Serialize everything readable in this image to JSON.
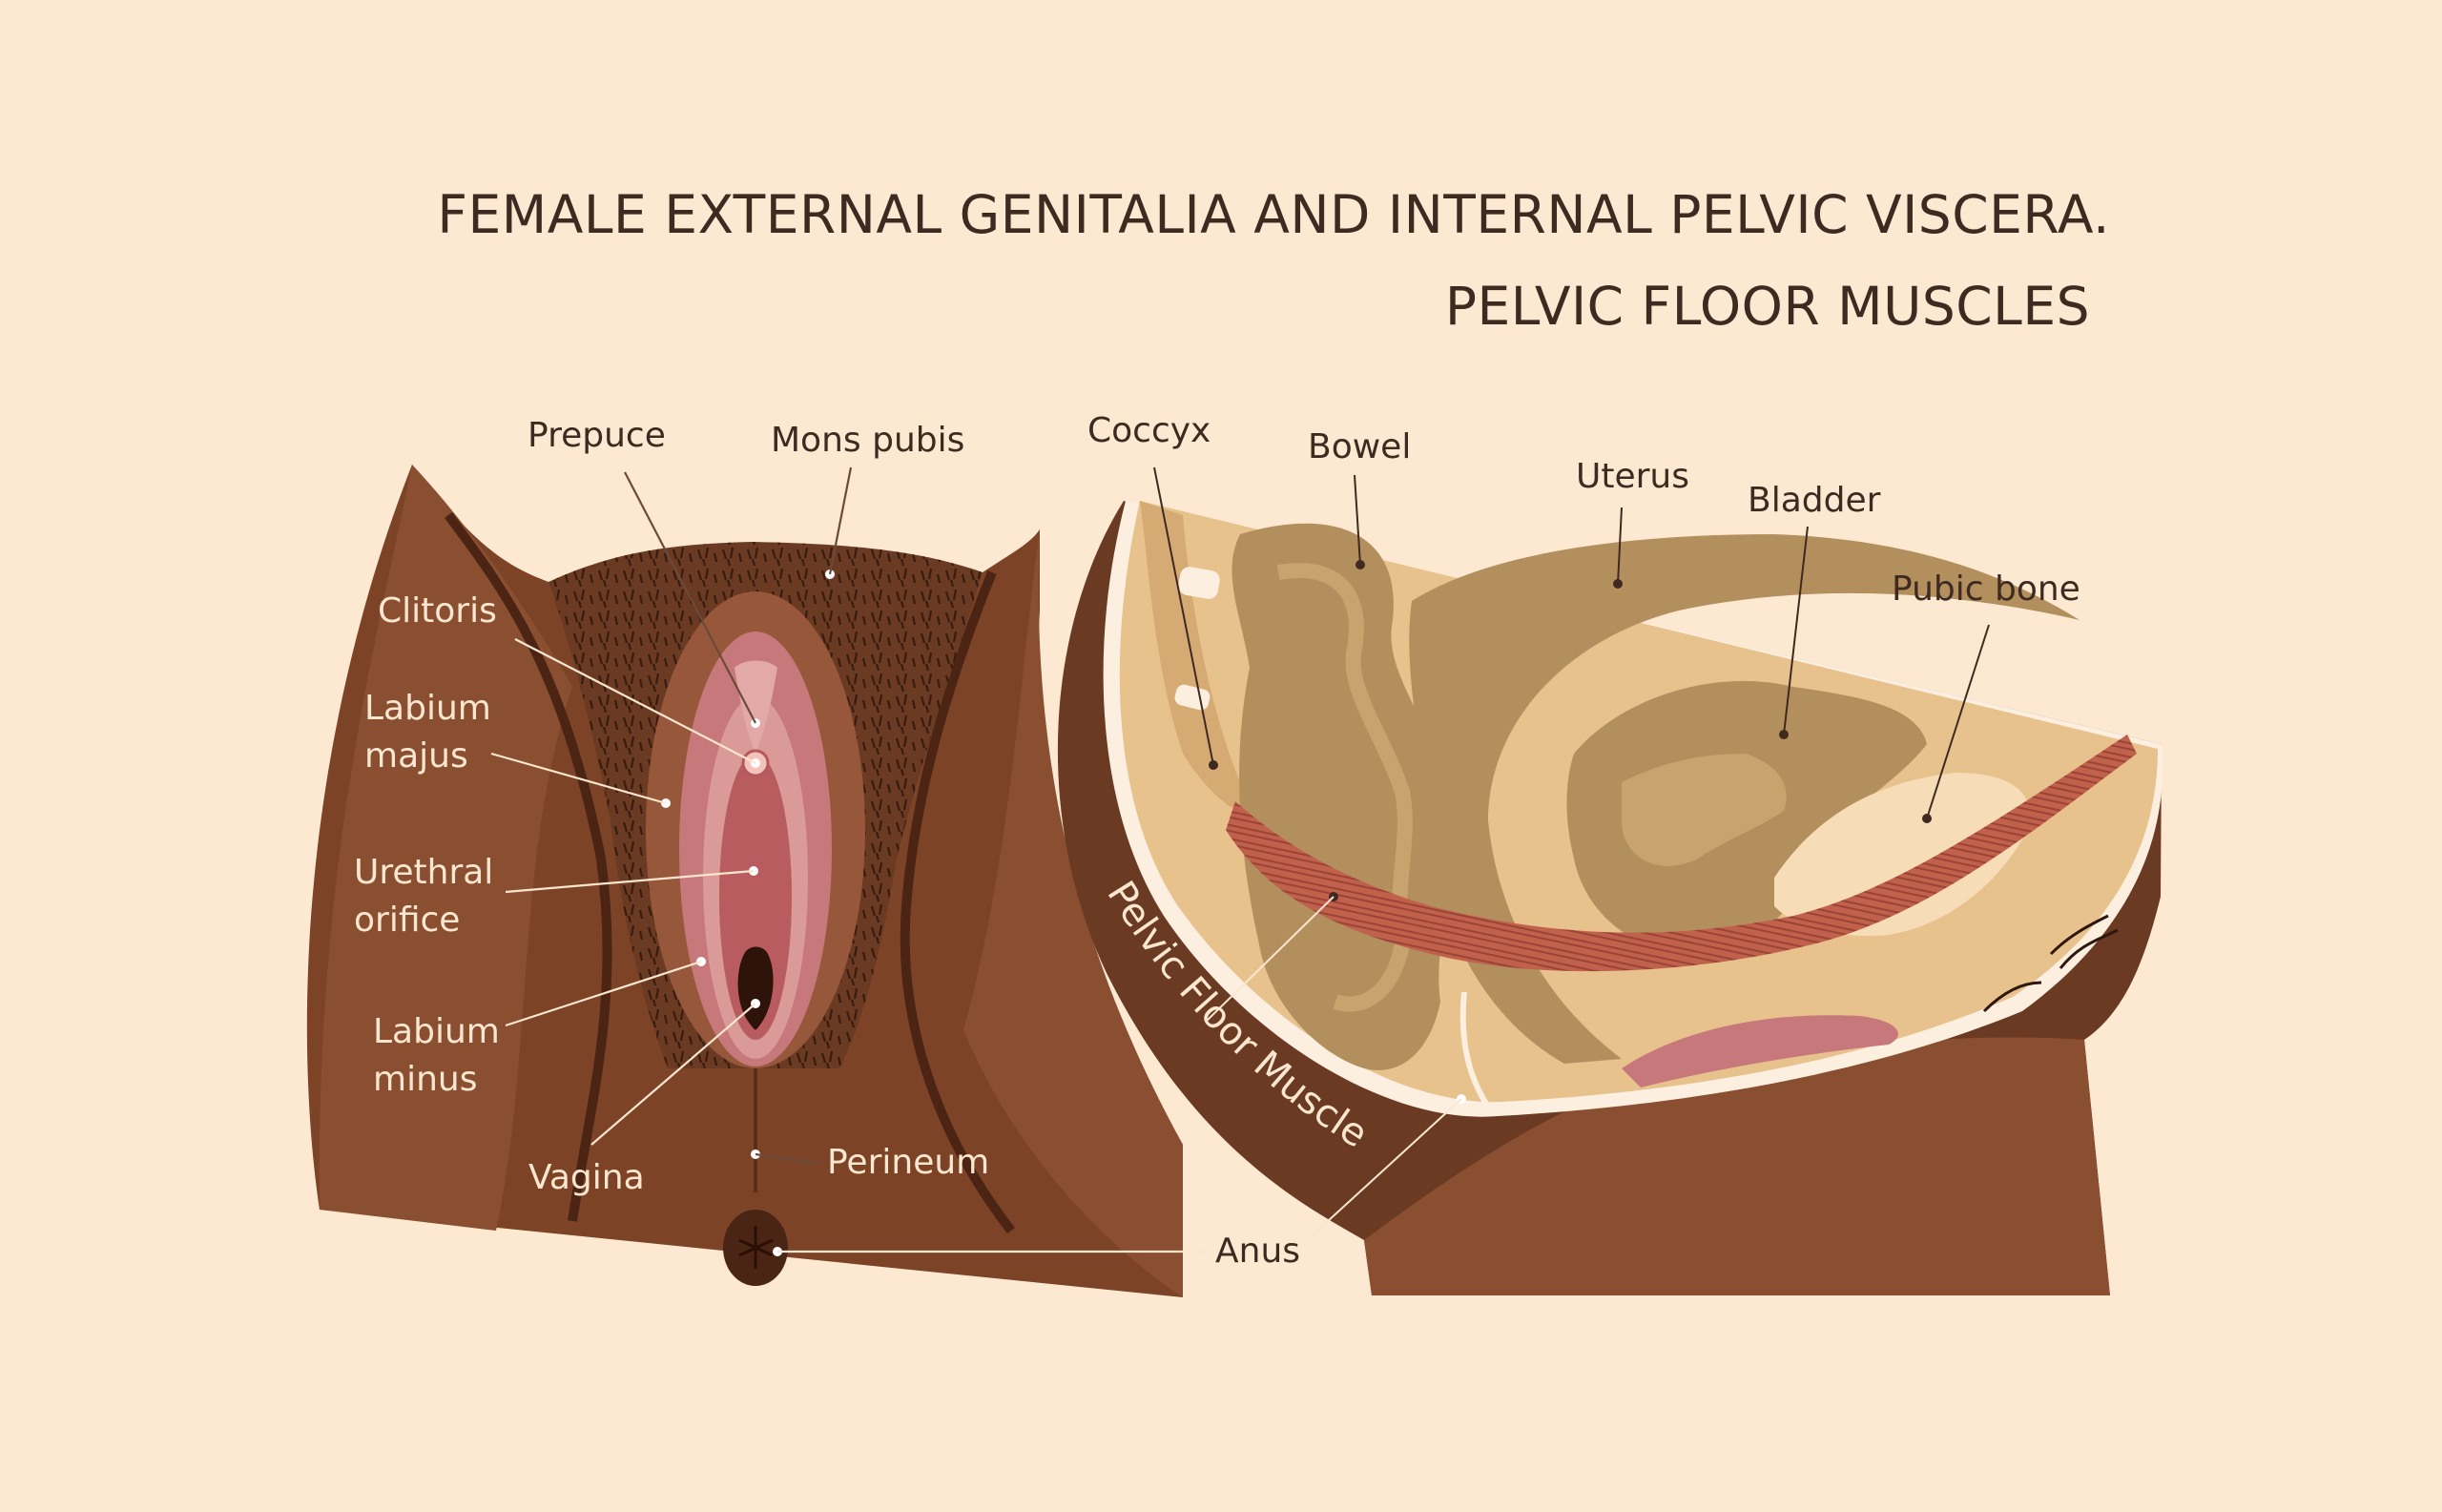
{
  "title": {
    "line1": "FEMALE EXTERNAL GENITALIA AND INTERNAL PELVIC VISCERA.",
    "line2": "PELVIC FLOOR MUSCLES"
  },
  "external_labels": {
    "prepuce": "Prepuce",
    "mons_pubis": "Mons pubis",
    "clitoris": "Clitoris",
    "labium_majus": [
      "Labium",
      "majus"
    ],
    "urethral_orifice": [
      "Urethral",
      "orifice"
    ],
    "labium_minus": [
      "Labium",
      "minus"
    ],
    "vagina": "Vagina",
    "perineum": "Perineum",
    "anus": "Anus"
  },
  "internal_labels": {
    "coccyx": "Coccyx",
    "bowel": "Bowel",
    "uterus": "Uterus",
    "bladder": "Bladder",
    "pubic_bone": "Pubic bone",
    "pelvic_floor_muscle": "Pelvic Floor Muscle"
  },
  "colors": {
    "background": "#fde9d2",
    "skin_dark": "#6b3a22",
    "skin_mid": "#8a4f31",
    "mucosa": "#c7787a",
    "organ": "#b48f5e",
    "organ_light": "#e8c28c",
    "bone": "#f7dcb8",
    "muscle": "#c0614c"
  }
}
